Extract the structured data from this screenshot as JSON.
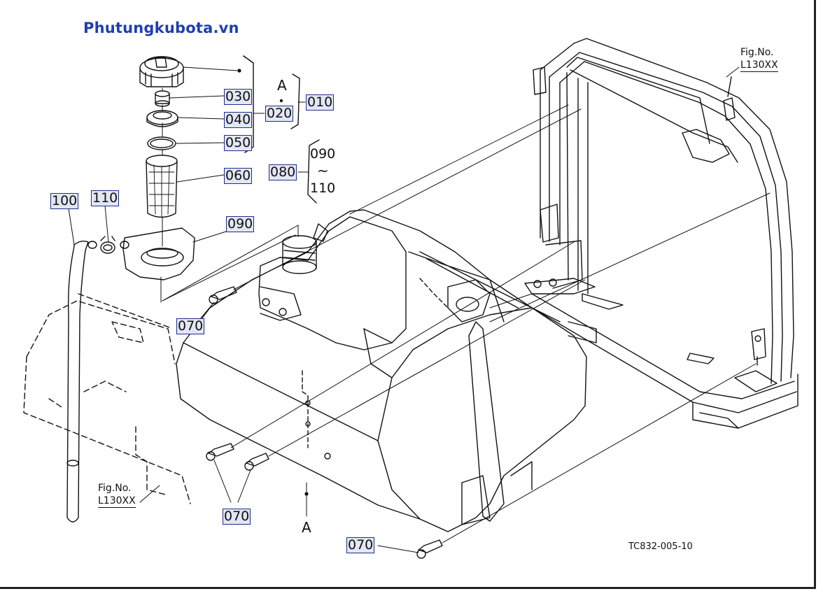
{
  "watermark": "Phutungkubota.vn",
  "fig_ref_top": {
    "line1": "Fig.No.",
    "line2": "L130XX"
  },
  "fig_ref_bottom": {
    "line1": "Fig.No.",
    "line2": "L130XX"
  },
  "drawing_code": "TC832-005-10",
  "letters": {
    "a_top": "A",
    "a_bottom": "A",
    "tilde": "~"
  },
  "parts": {
    "p010": "010",
    "p020": "020",
    "p030": "030",
    "p040": "040",
    "p050": "050",
    "p060": "060",
    "p080": "080",
    "p090_range": "090",
    "p110_range": "110",
    "p090": "090",
    "p100": "100",
    "p110": "110",
    "p070_a": "070",
    "p070_b": "070",
    "p070_c": "070"
  }
}
